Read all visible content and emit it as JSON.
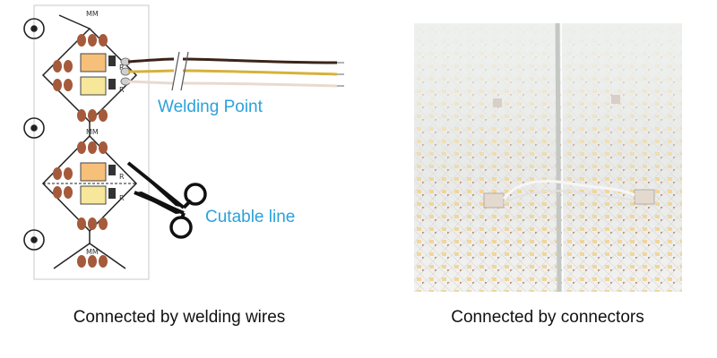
{
  "left": {
    "callouts": {
      "welding_point": "Welding Point",
      "cutable_line": "Cutable line"
    },
    "caption": "Connected by welding wires",
    "board_marks": [
      "MM",
      "R",
      "R",
      "MM",
      "R",
      "R",
      "MM"
    ],
    "wire_colors": [
      "#3b2418",
      "#d7b23a",
      "#ead9cf"
    ],
    "accent": "#2aa2dc",
    "pad_color": "#a55a3b"
  },
  "right": {
    "caption": "Connected by connectors"
  }
}
